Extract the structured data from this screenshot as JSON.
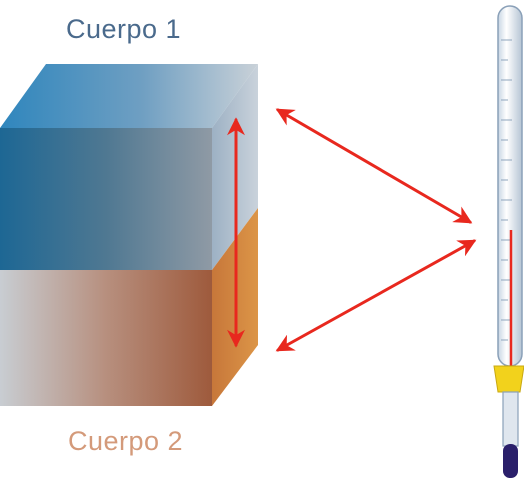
{
  "labels": {
    "body_1": "Cuerpo 1",
    "body_2": "Cuerpo 2"
  },
  "colors": {
    "body_1_label": "#4a6a8c",
    "body_2_label": "#d49a7a",
    "body_1_blue_dark": "#1f6a9a",
    "body_1_blue_light": "#c3cbd3",
    "body_2_copper": "#a0593f",
    "body_2_orange": "#d2873e",
    "arrow": "#e8281e",
    "thermometer_cap": "#f2d21c",
    "thermometer_bulb": "#2a1f6a"
  },
  "icons": {
    "body_1": "blue-block",
    "body_2": "copper-block",
    "instrument": "thermometer-icon",
    "contact_arrow": "double-headed-arrow",
    "probe_arrows": "double-headed-arrow"
  }
}
